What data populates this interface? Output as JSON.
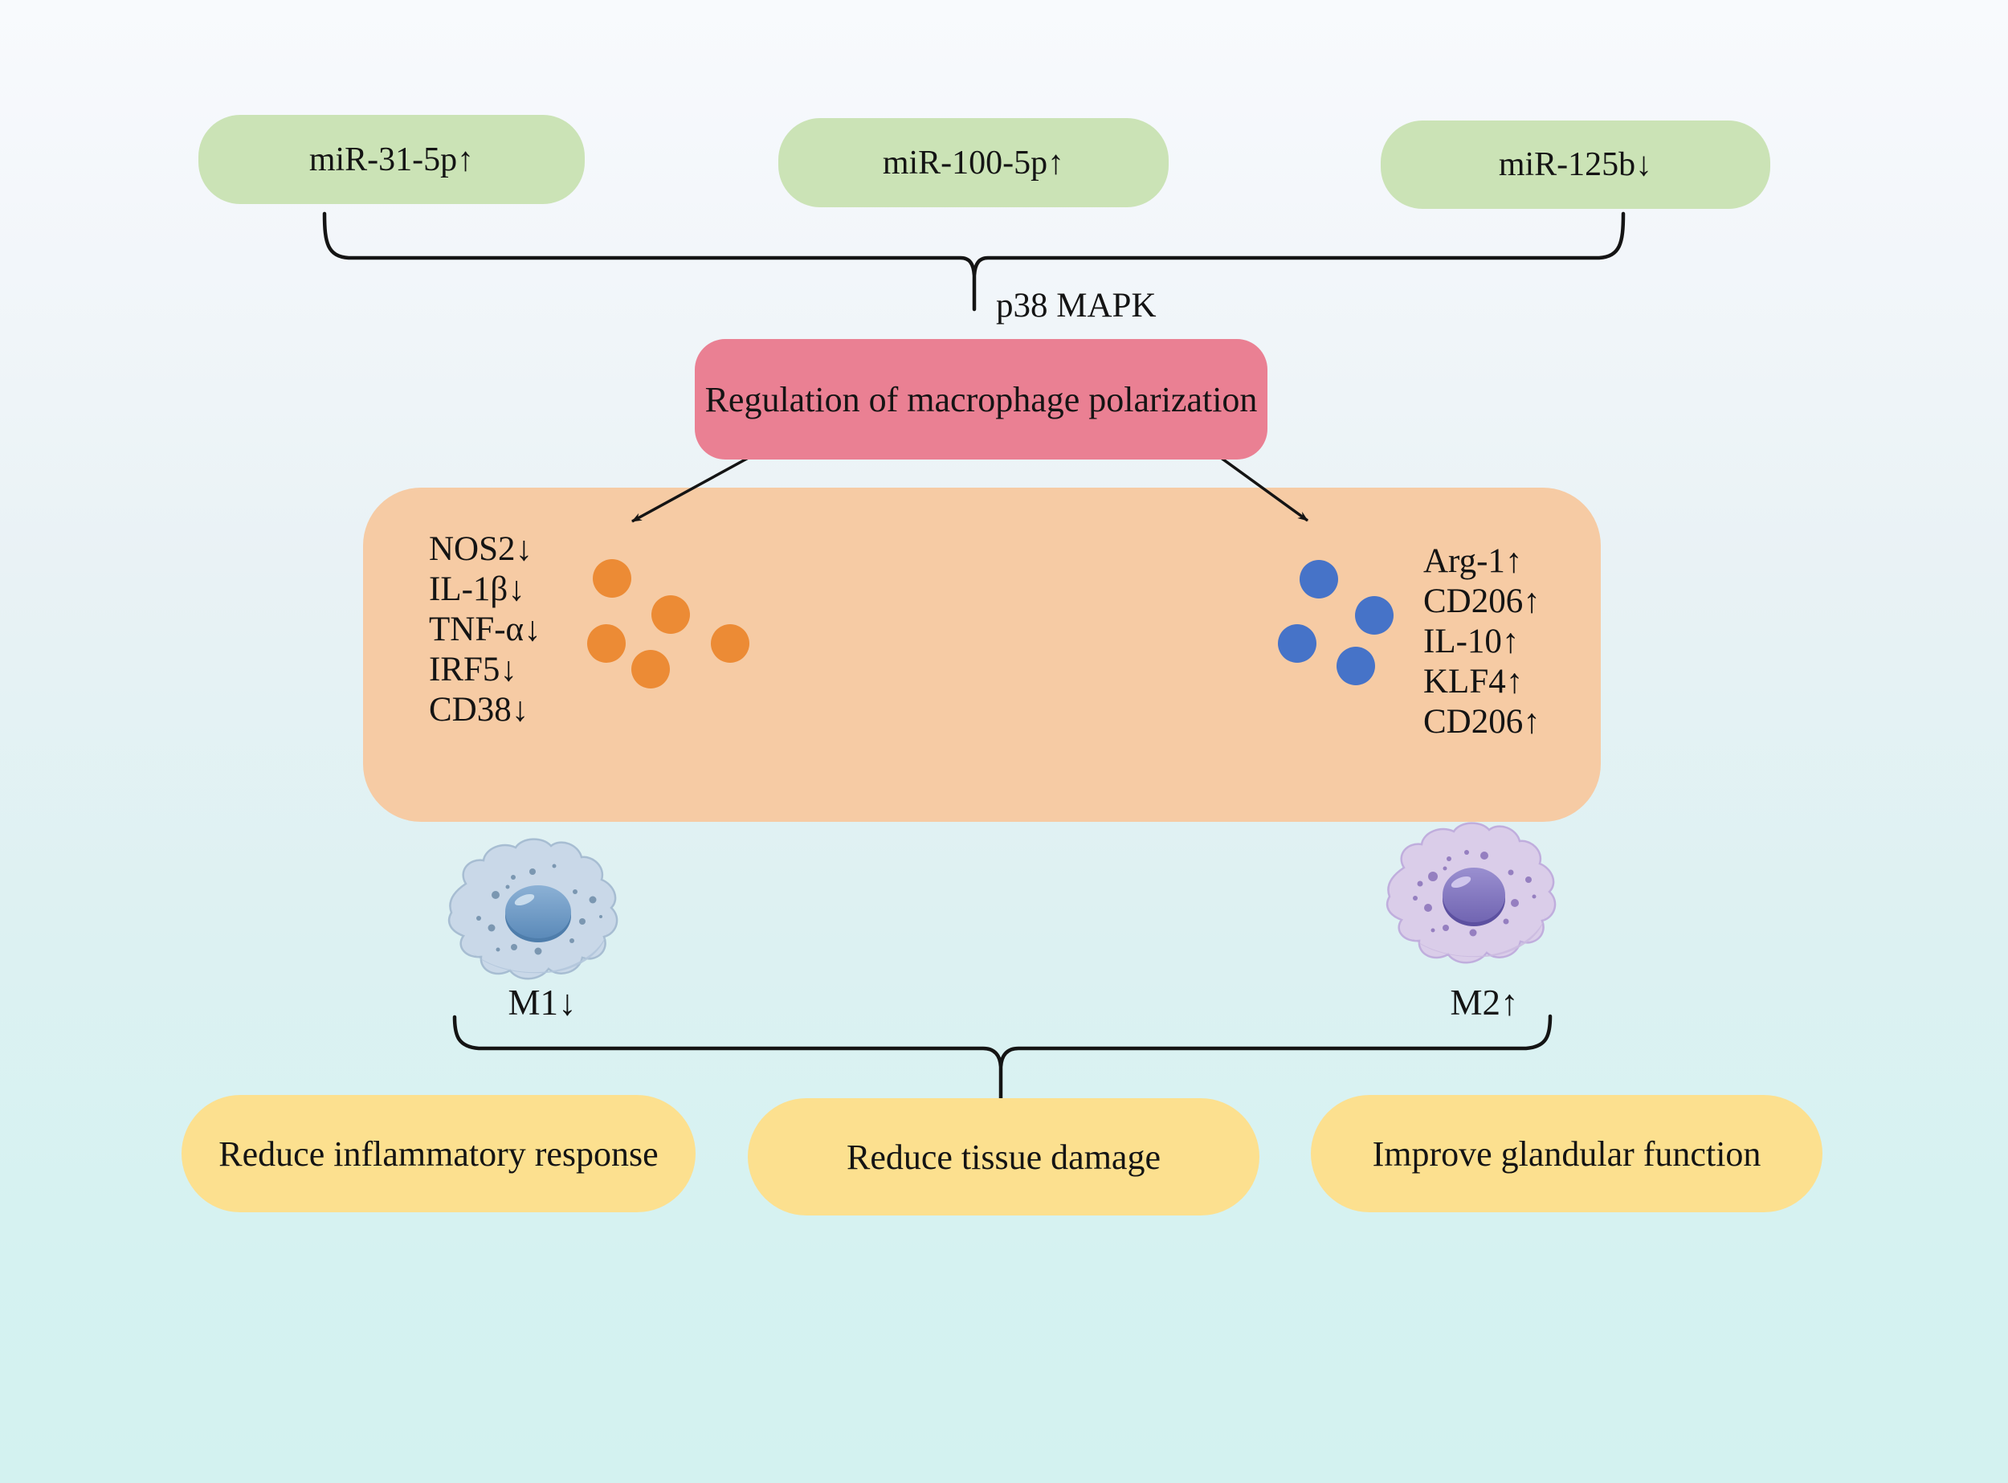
{
  "colors": {
    "background_top": "#f8fafd",
    "background_bottom": "#d3f2f0",
    "mirna_pill": "#cbe3b6",
    "regulation_box": "#ea8093",
    "polarization_panel": "#f6cba4",
    "m1_dot": "#ec8b35",
    "m2_dot": "#4673c8",
    "outcome_pill": "#fce08f",
    "line": "#141414",
    "text": "#141414"
  },
  "mirna_pills": [
    {
      "label": "miR-31-5p↑"
    },
    {
      "label": "miR-100-5p↑"
    },
    {
      "label": "miR-125b↓"
    }
  ],
  "pathway_label": "p38 MAPK",
  "regulation_box": {
    "label": "Regulation of macrophage polarization"
  },
  "m1_panel": {
    "markers": [
      "NOS2↓",
      "IL-1β↓",
      "TNF-α↓",
      "IRF5↓",
      "CD38↓"
    ],
    "dot_count": 5
  },
  "m2_panel": {
    "markers": [
      "Arg-1↑",
      "CD206↑",
      "IL-10↑",
      "KLF4↑",
      "CD206↑"
    ],
    "dot_count": 4
  },
  "cells": {
    "m1_label": "M1↓",
    "m2_label": "M2↑",
    "m1_cell_icon": "blue-macrophage-cell",
    "m2_cell_icon": "purple-macrophage-cell"
  },
  "outcome_pills": [
    {
      "label": "Reduce inflammatory response"
    },
    {
      "label": "Reduce tissue damage"
    },
    {
      "label": "Improve glandular function"
    }
  ]
}
